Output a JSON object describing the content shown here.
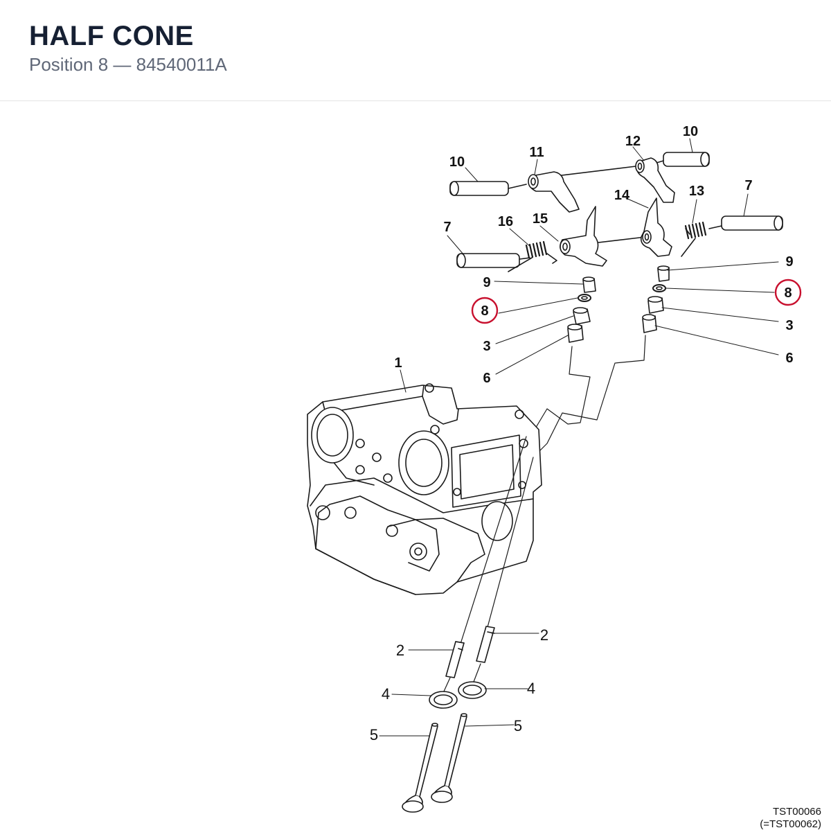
{
  "header": {
    "title": "HALF CONE",
    "subtitle": "Position 8 — 84540011A"
  },
  "highlight": {
    "position": "8",
    "color": "#c8102e"
  },
  "callouts": {
    "c10a": "10",
    "c11": "11",
    "c12": "12",
    "c10b": "10",
    "c14": "14",
    "c13": "13",
    "c7a": "7",
    "c7b": "7",
    "c16": "16",
    "c15": "15",
    "c9a": "9",
    "c9b": "9",
    "c8a": "8",
    "c8b": "8",
    "c3a": "3",
    "c3b": "3",
    "c6a": "6",
    "c6b": "6",
    "c1": "1",
    "c2a": "2",
    "c2b": "2",
    "c4a": "4",
    "c4b": "4",
    "c5a": "5",
    "c5b": "5"
  },
  "reference": {
    "code": "TST00066",
    "alt_code": "(=TST00062)"
  }
}
